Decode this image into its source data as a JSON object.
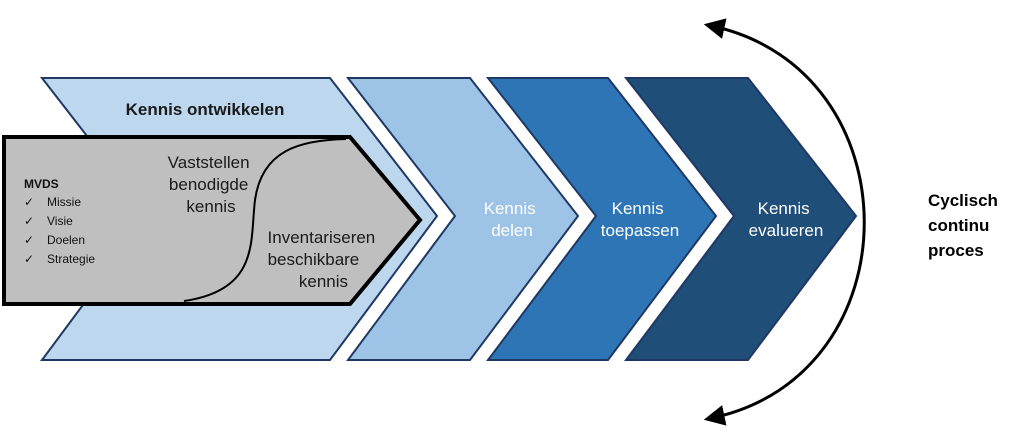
{
  "diagram": {
    "stages": [
      {
        "id": "ontwikkelen",
        "title": "Kennis ontwikkelen",
        "color": "#bdd7ee"
      },
      {
        "id": "delen",
        "lines": [
          "Kennis",
          "delen"
        ],
        "color": "#9dc3e6"
      },
      {
        "id": "toepassen",
        "lines": [
          "Kennis",
          "toepassen"
        ],
        "color": "#2e75b6"
      },
      {
        "id": "evalueren",
        "lines": [
          "Kennis",
          "evalueren"
        ],
        "color": "#1f4e79"
      }
    ],
    "inner_box": {
      "heading": "MVDS",
      "items": [
        "Missie",
        "Visie",
        "Doelen",
        "Strategie"
      ],
      "check_glyph": "✓",
      "top_right_lines": [
        "Vaststellen",
        "benodigde",
        "kennis"
      ],
      "bottom_right_lines": [
        "Inventariseren",
        "beschikbare",
        "kennis"
      ],
      "fill": "#bfbfbf"
    },
    "cycle_label_lines": [
      "Cyclisch",
      "continu",
      "proces"
    ],
    "colors": {
      "border": "#1f3864",
      "outline": "#000000",
      "arrow": "#000000"
    }
  }
}
